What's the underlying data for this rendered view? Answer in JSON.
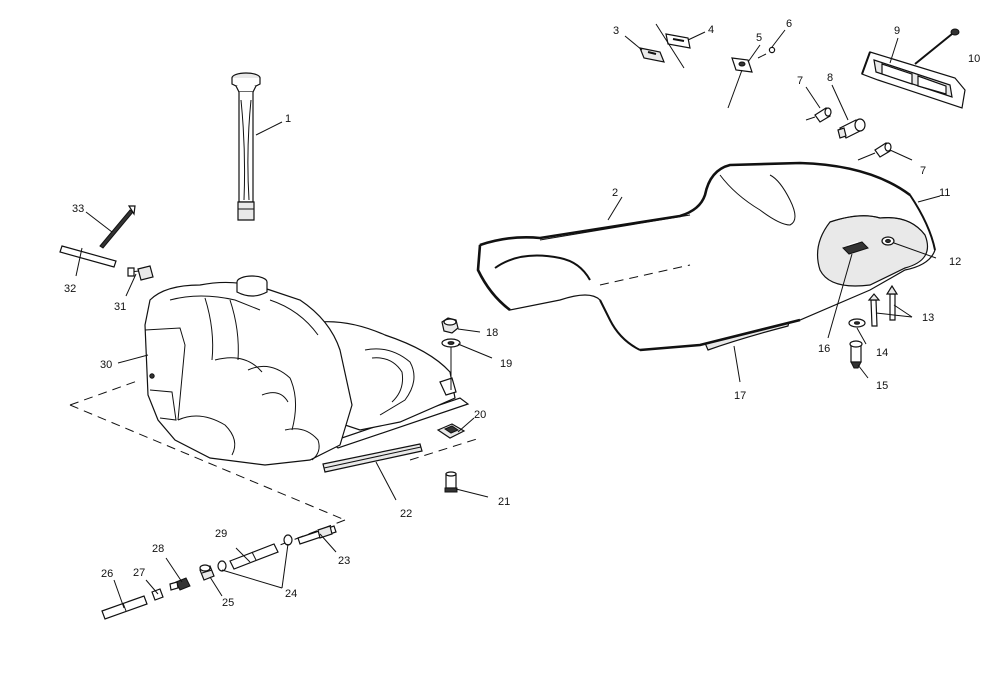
{
  "diagram": {
    "callouts": {
      "c1": "1",
      "c2": "2",
      "c3": "3",
      "c4": "4",
      "c5": "5",
      "c6": "6",
      "c7a": "7",
      "c7b": "7",
      "c8": "8",
      "c9": "9",
      "c10": "10",
      "c11": "11",
      "c12": "12",
      "c13": "13",
      "c14": "14",
      "c15": "15",
      "c16": "16",
      "c17": "17",
      "c18": "18",
      "c19": "19",
      "c20": "20",
      "c21": "21",
      "c22": "22",
      "c23": "23",
      "c24": "24",
      "c25": "25",
      "c26": "26",
      "c27": "27",
      "c28": "28",
      "c29": "29",
      "c30": "30",
      "c31": "31",
      "c32": "32",
      "c33": "33"
    }
  }
}
